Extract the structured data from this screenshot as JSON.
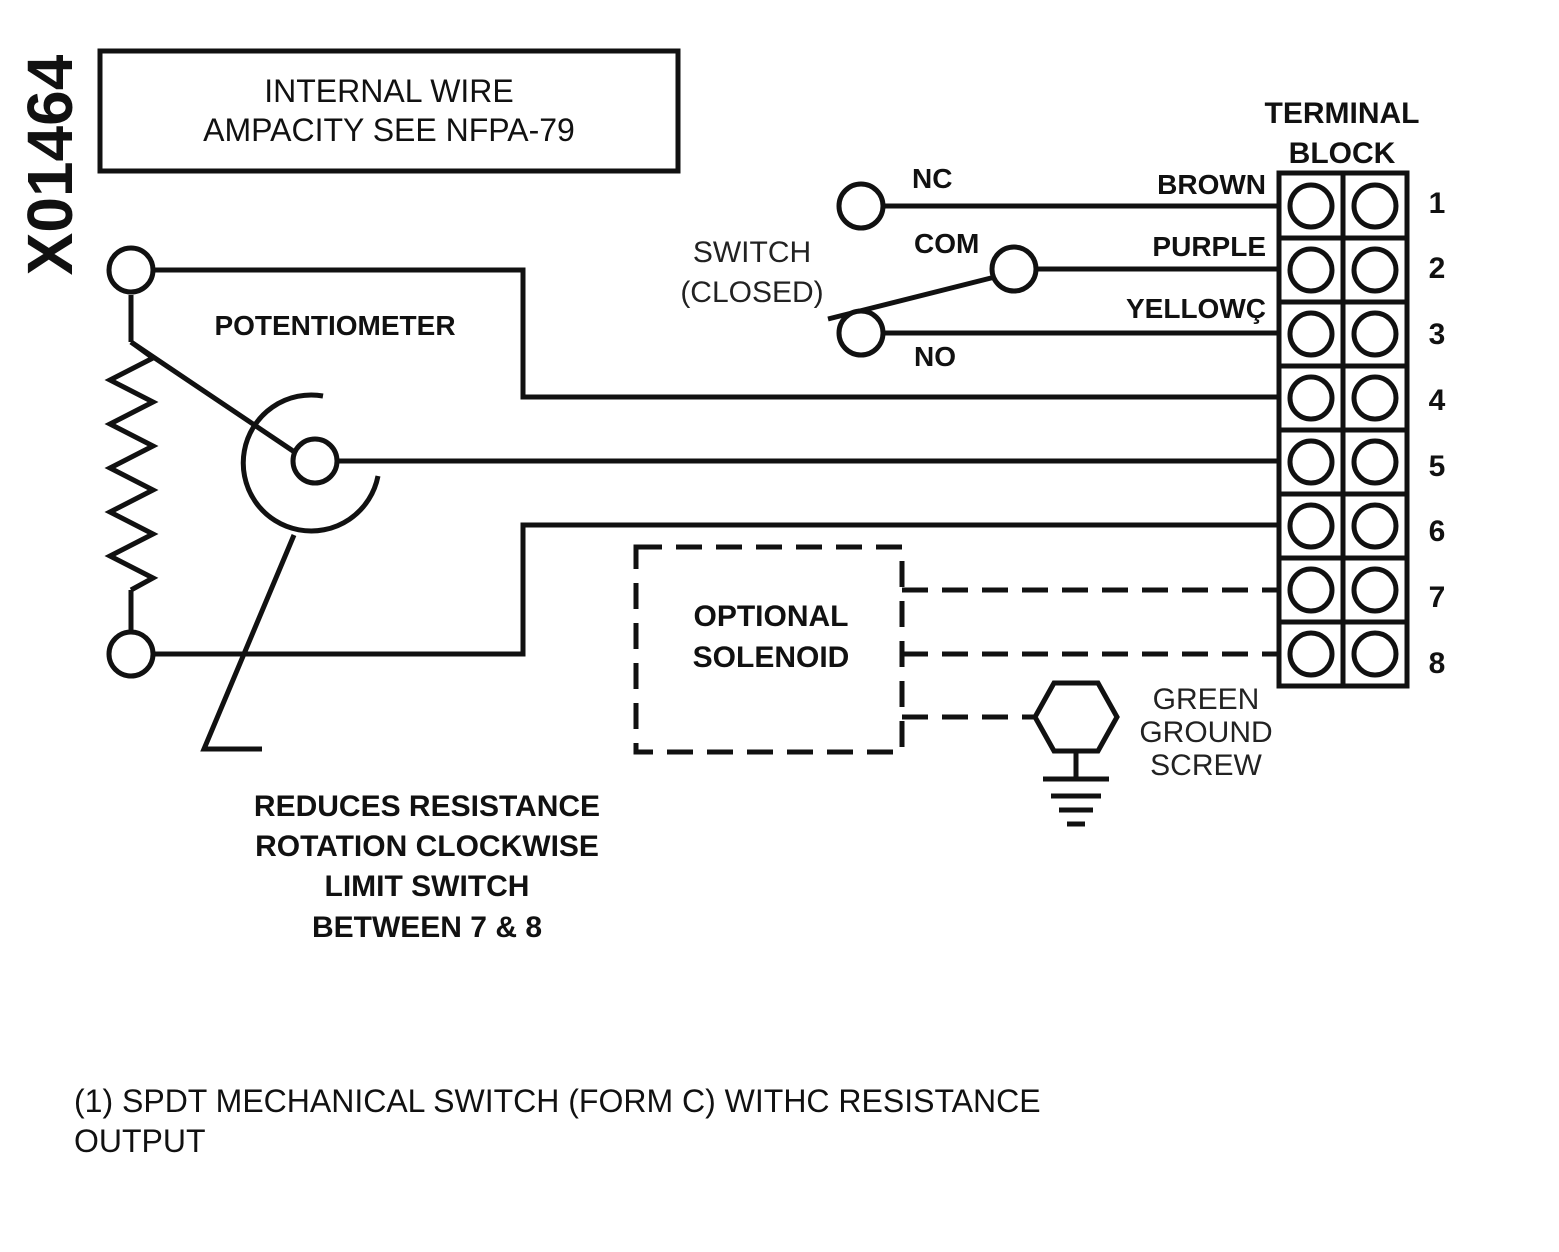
{
  "doc_id": "X01464",
  "note_box": {
    "line1": "INTERNAL WIRE",
    "line2": "AMPACITY SEE NFPA-79"
  },
  "terminal_block": {
    "title_line1": "TERMINAL",
    "title_line2": "BLOCK",
    "numbers": [
      "1",
      "2",
      "3",
      "4",
      "5",
      "6",
      "7",
      "8"
    ]
  },
  "switch": {
    "label_line1": "SWITCH",
    "label_line2": "(CLOSED)",
    "nc": "NC",
    "com": "COM",
    "no": "NO"
  },
  "wire_colors": {
    "brown": "BROWN",
    "purple": "PURPLE",
    "yellow": "YELLOWÇ"
  },
  "potentiometer": {
    "label": "POTENTIOMETER"
  },
  "solenoid": {
    "line1": "OPTIONAL",
    "line2": "SOLENOID"
  },
  "ground": {
    "line1": "GREEN",
    "line2": "GROUND",
    "line3": "SCREW"
  },
  "rotation_note": {
    "line1": "REDUCES RESISTANCE",
    "line2": "ROTATION CLOCKWISE",
    "line3": "LIMIT SWITCH",
    "line4": "BETWEEN 7 & 8"
  },
  "footnote": {
    "line1": "(1) SPDT MECHANICAL SWITCH (FORM C) WITHC RESISTANCE",
    "line2": "OUTPUT"
  }
}
